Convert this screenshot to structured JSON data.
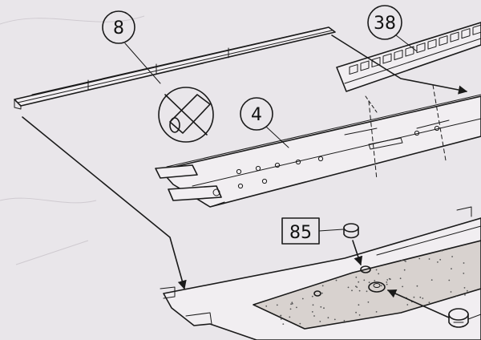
{
  "callouts": {
    "part_8": "8",
    "part_38": "38",
    "part_4": "4",
    "part_85": "85"
  },
  "symbols": {
    "no_glue": "no-glue-prohibition-icon"
  },
  "colors": {
    "paper": "#e9e6ea",
    "ink": "#1a1a1a"
  }
}
